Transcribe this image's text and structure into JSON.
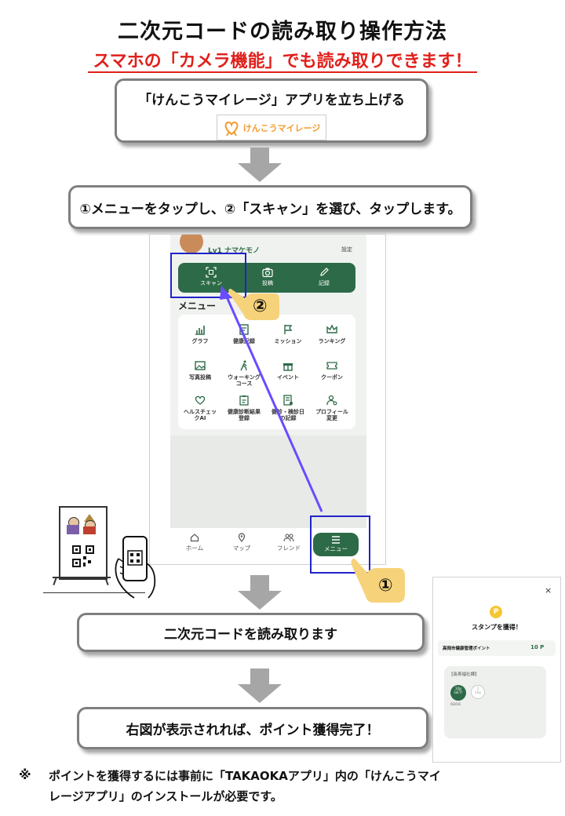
{
  "header": {
    "title": "二次元コードの読み取り操作方法",
    "subtitle": "スマホの「カメラ機能」でも読み取りできます！"
  },
  "step1": {
    "text": "「けんこうマイレージ」アプリを立ち上げる",
    "logo_text": "けんこうマイレージ"
  },
  "step2": {
    "text": "①メニューをタップし、②「スキャン」を選び、タップします。"
  },
  "step3": {
    "text": "二次元コードを読み取ります"
  },
  "step4": {
    "text": "右図が表示されれば、ポイント獲得完了！"
  },
  "phone": {
    "profile_partial": "Lv1  ナマケモノ",
    "settings_label": "設定",
    "actions": [
      "スキャン",
      "投稿",
      "記録"
    ],
    "menu_title": "メニュー",
    "menu_items": [
      "グラフ",
      "健康記録",
      "ミッション",
      "ランキング",
      "写真投稿",
      "ウォーキング\nコース",
      "イベント",
      "クーポン",
      "ヘルスチェッ\nクAI",
      "健康診断結果\n登録",
      "健診・検診日\nの記録",
      "プロフィール\n変更"
    ],
    "nav": [
      "ホーム",
      "マップ",
      "フレンド",
      "メニュー"
    ]
  },
  "markers": {
    "one": "①",
    "two": "②"
  },
  "stamp_card": {
    "close": "×",
    "coin": "P",
    "title": "スタンプを獲得！",
    "point_label": "高岡市健康管理ポイント",
    "point_value": "10 P",
    "section_label": "【長寿福社課】",
    "stamp_top": "10p",
    "stamp_bottom": "GET!",
    "stamp_next": "2\n10p",
    "stamp_date": "03/16"
  },
  "footnote": {
    "mark": "※",
    "line1": "ポイントを獲得するには事前に「TAKAOKAアプリ」内の「けんこうマイ",
    "line2": "レージアプリ」のインストールが必要です。"
  },
  "colors": {
    "accent_red": "#e0201b",
    "app_green": "#2d6a47",
    "select_blue": "#1f23c9",
    "arrow_gray": "#a6a6a6",
    "logo_orange": "#f39a2e"
  }
}
